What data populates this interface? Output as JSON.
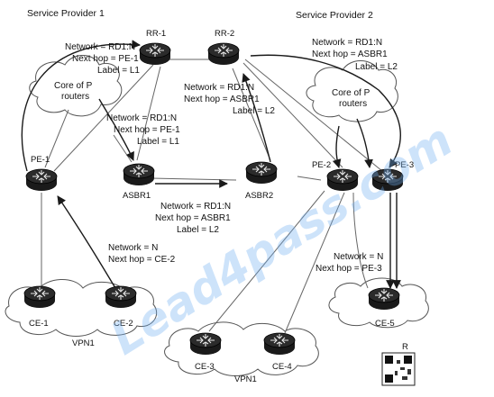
{
  "providers": {
    "sp1": "Service Provider 1",
    "sp2": "Service Provider 2"
  },
  "routers": {
    "rr1": "RR-1",
    "rr2": "RR-2",
    "pe1": "PE-1",
    "asbr1": "ASBR1",
    "asbr2": "ASBR2",
    "pe2": "PE-2",
    "pe3": "PE-3",
    "ce1": "CE-1",
    "ce2": "CE-2",
    "ce3": "CE-3",
    "ce4": "CE-4",
    "ce5": "CE-5"
  },
  "clouds": {
    "core1_line1": "Core of P",
    "core1_line2": "routers",
    "core2_line1": "Core of P",
    "core2_line2": "routers"
  },
  "vpn": {
    "left": "VPN1",
    "bottom": "VPN1"
  },
  "labels": {
    "rr1_upd": [
      "Network = RD1:N",
      "Next hop = PE-1",
      "Label = L1"
    ],
    "core1_upd": [
      "Network = RD1:N",
      "Next hop = PE-1",
      "Label = L1"
    ],
    "rr2_upd": [
      "Network = RD1:N",
      "Next hop = ASBR1",
      "Label = L2"
    ],
    "sp2_upd": [
      "Network = RD1:N",
      "Next hop = ASBR1",
      "Label = L2"
    ],
    "asbr_upd": [
      "Network = RD1:N",
      "Next hop = ASBR1",
      "Label = L2"
    ],
    "ce2_upd": [
      "Network = N",
      "Next hop = CE-2"
    ],
    "pe3_upd": [
      "Network = N",
      "Next hop = PE-3"
    ]
  },
  "figure_id": "R",
  "watermark": "Lead4pass.com",
  "colors": {
    "router_fill": "#1a1a1a",
    "arrow": "#1a1a1a",
    "line": "#555555",
    "watermark": "#6fb0f0"
  }
}
